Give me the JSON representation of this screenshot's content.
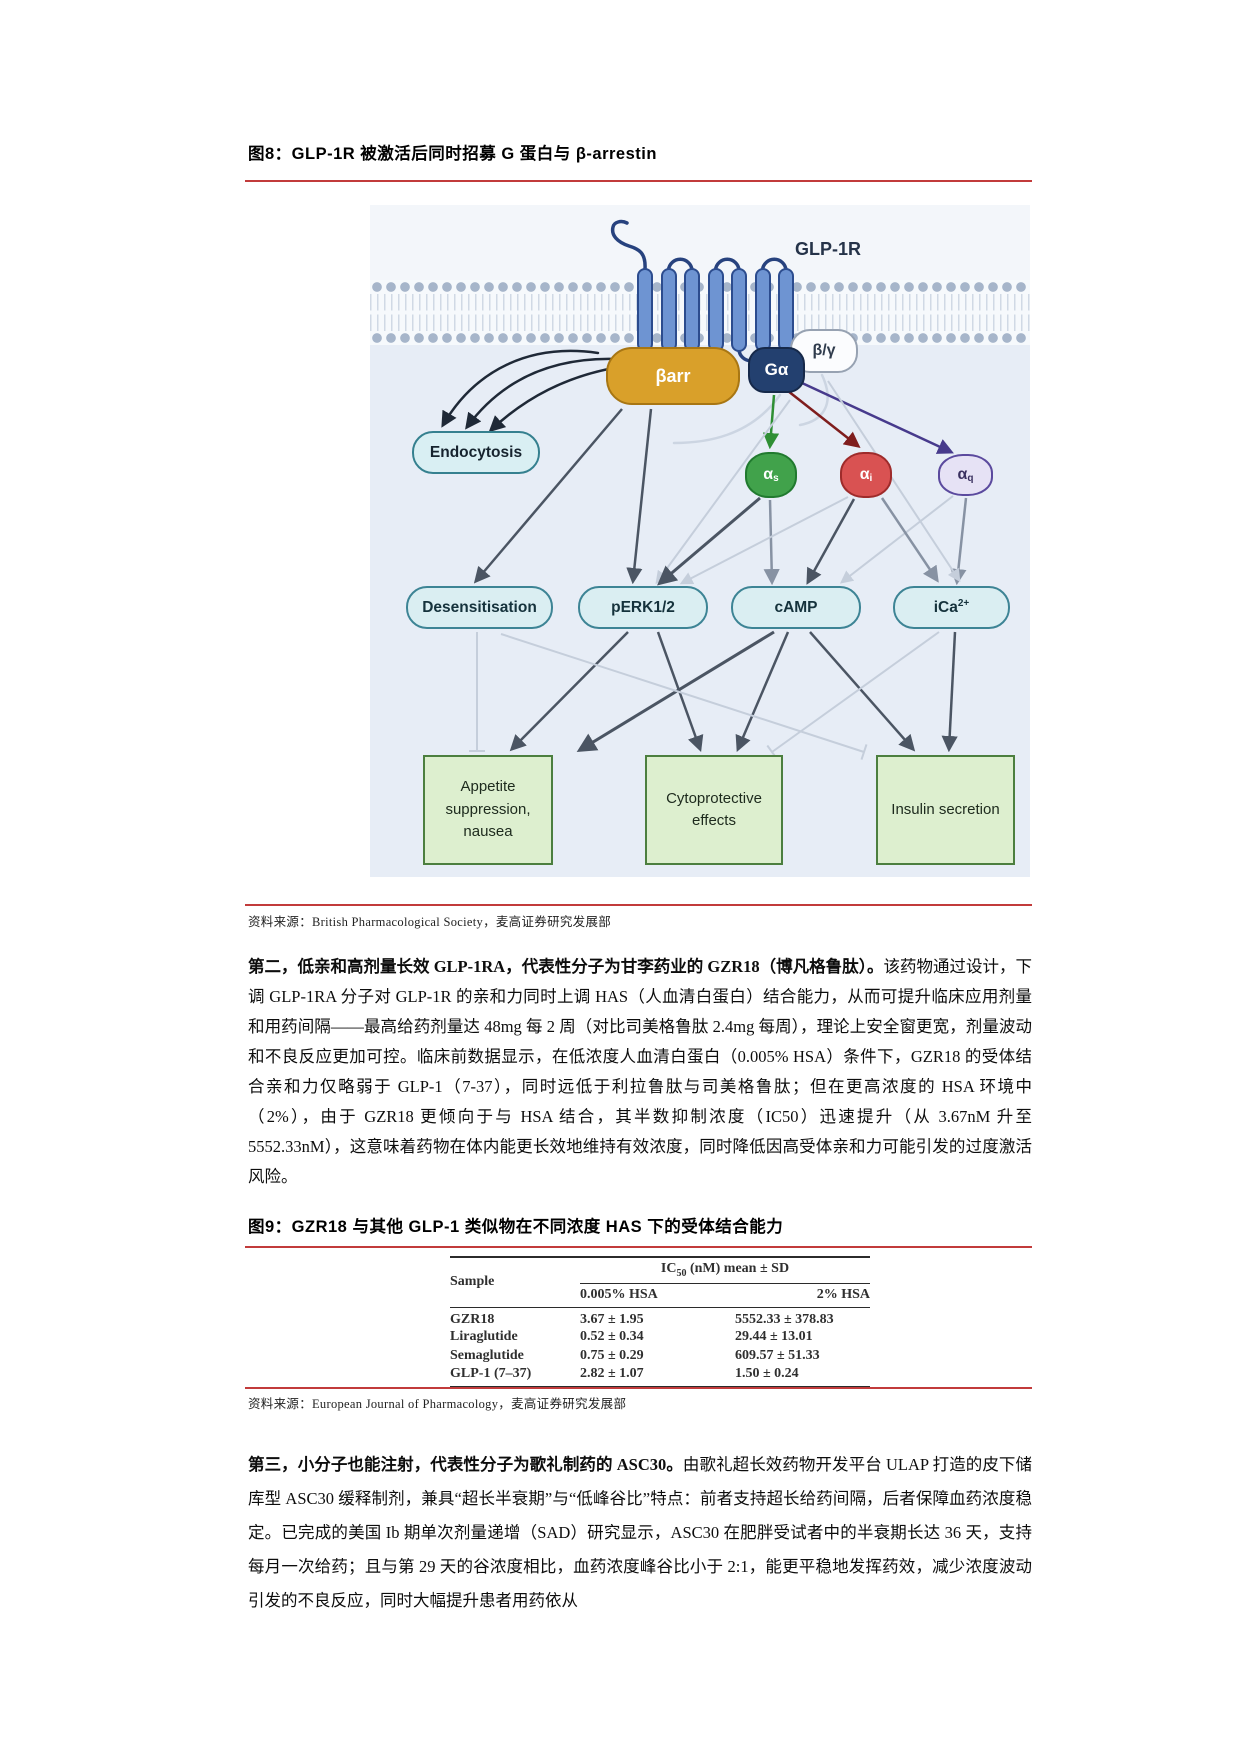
{
  "figure8": {
    "title": "图8：GLP-1R 被激活后同时招募 G 蛋白与 β-arrestin",
    "source": "资料来源：British Pharmacological Society，麦高证券研究发展部",
    "diagram": {
      "receptor_label": "GLP-1R",
      "nodes": {
        "barr": "βarr",
        "galpha": "Gα",
        "bgamma": "β/γ",
        "endocytosis": "Endocytosis",
        "alpha_s": {
          "base": "α",
          "sub": "s"
        },
        "alpha_i": {
          "base": "α",
          "sub": "i"
        },
        "alpha_q": {
          "base": "α",
          "sub": "q"
        },
        "desensitisation": "Desensitisation",
        "perk": "pERK1/2",
        "camp": "cAMP",
        "ica": {
          "base": "iCa",
          "sup": "2+"
        },
        "appetite": "Appetite suppression, nausea",
        "cyto": "Cytoprotective effects",
        "insulin": "Insulin secretion"
      },
      "colors": {
        "panel_bg": "#e7edf6",
        "barr": "#d9a02a",
        "galpha": "#23406f",
        "alpha_s": "#41a24b",
        "alpha_i": "#d95252",
        "alpha_q": "#e6e2f5",
        "pill_bg": "#daeef2",
        "greenbox_bg": "#ddefcf",
        "arrow_green": "#2f8f34",
        "arrow_darkred": "#7f1d1d",
        "arrow_purple": "#473a8c"
      }
    }
  },
  "para2": {
    "bold": "第二，低亲和高剂量长效 GLP-1RA，代表性分子为甘李药业的 GZR18（博凡格鲁肽）。",
    "text": "该药物通过设计，下调 GLP-1RA 分子对 GLP-1R 的亲和力同时上调 HAS（人血清白蛋白）结合能力，从而可提升临床应用剂量和用药间隔——最高给药剂量达 48mg 每 2 周（对比司美格鲁肽 2.4mg 每周），理论上安全窗更宽，剂量波动和不良反应更加可控。临床前数据显示，在低浓度人血清白蛋白（0.005% HSA）条件下，GZR18 的受体结合亲和力仅略弱于 GLP-1（7-37），同时远低于利拉鲁肽与司美格鲁肽；但在更高浓度的 HSA 环境中（2%），由于 GZR18 更倾向于与 HSA 结合，其半数抑制浓度（IC50）迅速提升（从 3.67nM 升至 5552.33nM），这意味着药物在体内能更长效地维持有效浓度，同时降低因高受体亲和力可能引发的过度激活风险。"
  },
  "figure9": {
    "title": "图9：GZR18 与其他 GLP-1 类似物在不同浓度 HAS 下的受体结合能力",
    "source": "资料来源：European Journal of Pharmacology，麦高证券研究发展部",
    "table": {
      "col_sample": "Sample",
      "ic50_prefix": "IC",
      "ic50_sub": "50",
      "ic50_suffix": " (nM) mean ± SD",
      "col_low": "0.005% HSA",
      "col_high": "2% HSA",
      "rows": [
        {
          "sample": "GZR18",
          "low": "3.67 ± 1.95",
          "high": "5552.33 ± 378.83"
        },
        {
          "sample": "Liraglutide",
          "low": "0.52 ± 0.34",
          "high": "29.44 ± 13.01"
        },
        {
          "sample": "Semaglutide",
          "low": "0.75 ± 0.29",
          "high": "609.57 ± 51.33"
        },
        {
          "sample": "GLP-1 (7–37)",
          "low": "2.82 ± 1.07",
          "high": "1.50 ± 0.24"
        }
      ]
    }
  },
  "para3": {
    "bold": "第三，小分子也能注射，代表性分子为歌礼制药的 ASC30。",
    "text": "由歌礼超长效药物开发平台 ULAP 打造的皮下储库型 ASC30 缓释制剂，兼具“超长半衰期”与“低峰谷比”特点：前者支持超长给药间隔，后者保障血药浓度稳定。已完成的美国 Ib 期单次剂量递增（SAD）研究显示，ASC30 在肥胖受试者中的半衰期长达 36 天，支持每月一次给药；且与第 29 天的谷浓度相比，血药浓度峰谷比小于 2:1，能更平稳地发挥药效，减少浓度波动引发的不良反应，同时大幅提升患者用药依从"
  }
}
